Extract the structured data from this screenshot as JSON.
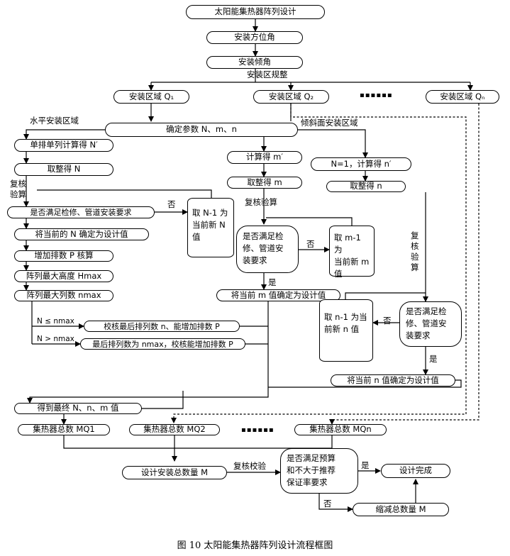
{
  "nodes": {
    "start": "太阳能集热器阵列设计",
    "azimuth": "安装方位角",
    "tilt": "安装倾角",
    "zone1": "安装区域 Q₁",
    "zone2": "安装区域 Q₂",
    "zone_dots": "▪▪▪▪▪▪",
    "zoneN": "安装区域 Qₙ",
    "params": "确定参数 N、m、n",
    "single_row": "单排单列计算得 N′",
    "round_N": "取整得 N",
    "check_L": "是否满足检修、管道安装要求",
    "take_N1": "取 N-1 为\n当前新 N\n值",
    "set_N": "将当前的 N 确定为设计值",
    "add_rows": "增加排数 P 核算",
    "max_height": "阵列最大高度 Hmax",
    "max_cols": "阵列最大列数 nmax",
    "verify_last": "校核最后排列数 n、能增加排数 P",
    "last_row": "最后排列数为 nmax，校核能增加排数 P",
    "calc_m": "计算得 m′",
    "round_m": "取整得 m",
    "check_M": "是否满足检\n修、管道安\n装要求",
    "take_m1": "取 m-1 为\n当前新 m\n值",
    "set_m": "将当前 m 值确定为设计值",
    "calc_n": "N=1，计算得 n′",
    "round_n": "取整得 n",
    "check_R": "是否满足检\n修、管道安\n装要求",
    "take_n1": "取 n-1 为当\n前新 n 值",
    "set_n": "将当前 n 值确定为设计值",
    "final": "得到最终 N、n、m 值",
    "total1": "集热器总数 MQ1",
    "total2": "集热器总数 MQ2",
    "total_dots": "▪▪▪▪▪▪",
    "totalN": "集热器总数 MQn",
    "design_total": "设计安装总数量 M",
    "check_budget": "是否满足预算\n和不大于推荐\n保证率要求",
    "done": "设计完成",
    "reduce": "缩减总数量 M"
  },
  "labels": {
    "zone_rule": "安装区规整",
    "horizontal": "水平安装区域",
    "inclined": "倾斜面安装区域",
    "verify_calc_L": "复核验算",
    "no_L": "否",
    "verify_calc_M": "复核验算",
    "no_M": "否",
    "yes_M": "是",
    "verify_calc_R": "复核验算",
    "no_R": "否",
    "yes_R": "是",
    "cond_le": "N ≤ nmax",
    "cond_gt": "N > nmax",
    "verify_check": "复核校验",
    "yes_final": "是",
    "no_final": "否"
  },
  "caption": "图 10  太阳能集热器阵列设计流程框图"
}
